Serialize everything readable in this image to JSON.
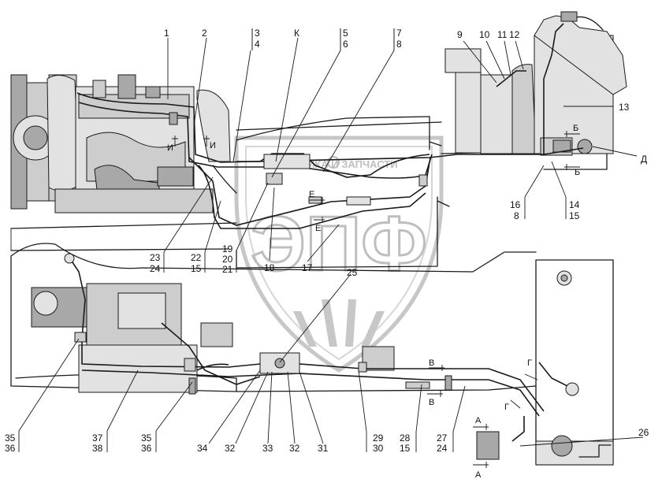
{
  "watermark": {
    "brand": "ЭПФ",
    "tagline": "ТЕХНИКА И ЗАПЧАСТИ",
    "brand_color": "#8a8a8a"
  },
  "callouts": {
    "c1": "1",
    "c2": "2",
    "c3": "3",
    "c4": "4",
    "cK": "К",
    "c5": "5",
    "c6": "6",
    "c7": "7",
    "c8": "8",
    "c9": "9",
    "c10": "10",
    "c11": "11",
    "c12": "12",
    "c13": "13",
    "cD": "Д",
    "c16": "16",
    "c8b": "8",
    "c14": "14",
    "c15": "15",
    "c23": "23",
    "c24": "24",
    "c22": "22",
    "c15b": "15",
    "c19": "19",
    "c20": "20",
    "c21": "21",
    "c18": "18",
    "c17": "17",
    "c25": "25",
    "c35": "35",
    "c36": "36",
    "c37": "37",
    "c38": "38",
    "c35b": "35",
    "c36b": "36",
    "c34": "34",
    "c32": "32",
    "c33": "33",
    "c32b": "32",
    "c31": "31",
    "c29": "29",
    "c30": "30",
    "c28": "28",
    "c15c": "15",
    "c27": "27",
    "c24b": "24",
    "c26": "26"
  },
  "section_marks": {
    "I1": "И",
    "I2": "И",
    "B1": "Б",
    "B2": "Б",
    "E1": "Е",
    "E2": "Е",
    "V1": "В",
    "V2": "В",
    "G1": "Г",
    "G2": "Г",
    "A1": "А",
    "A2": "А"
  }
}
